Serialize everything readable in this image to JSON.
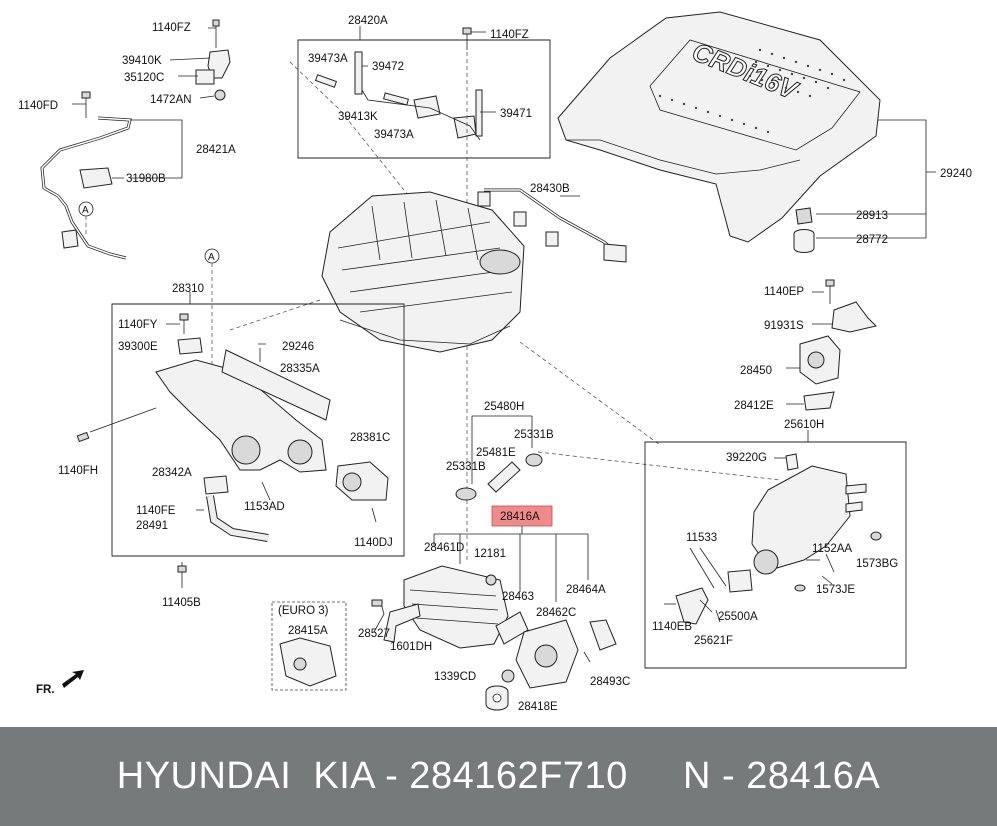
{
  "labels": {
    "l1140FZ_a": "1140FZ",
    "l39410K": "39410K",
    "l35120C": "35120C",
    "l1472AN": "1472AN",
    "l1140FD": "1140FD",
    "l28421A": "28421A",
    "l31980B": "31980B",
    "callout_a1": "A",
    "l28420A": "28420A",
    "l39473A_a": "39473A",
    "l39472": "39472",
    "l39413K": "39413K",
    "l39473A_b": "39473A",
    "l39471": "39471",
    "l1140FZ_b": "1140FZ",
    "l28430B": "28430B",
    "l29240": "29240",
    "l28913": "28913",
    "l28772": "28772",
    "callout_a2": "A",
    "l28310": "28310",
    "l1140FY": "1140FY",
    "l39300E": "39300E",
    "l29246": "29246",
    "l28335A": "28335A",
    "l28381C": "28381C",
    "l1140FH": "1140FH",
    "l28342A": "28342A",
    "l1140FE": "1140FE",
    "l1153AD": "1153AD",
    "l28491": "28491",
    "l1140DJ": "1140DJ",
    "l11405B": "11405B",
    "l25480H": "25480H",
    "l25481E": "25481E",
    "l25331B_a": "25331B",
    "l25331B_b": "25331B",
    "l28416A": "28416A",
    "l28461D": "28461D",
    "l12181": "12181",
    "l28463": "28463",
    "l28464A": "28464A",
    "l28462C": "28462C",
    "l28527": "28527",
    "l1601DH": "1601DH",
    "l1339CD": "1339CD",
    "l28493C": "28493C",
    "l28418E": "28418E",
    "euro3": "(EURO 3)",
    "l28415A": "28415A",
    "fr": "FR.",
    "l1140EP": "1140EP",
    "l91931S": "91931S",
    "l28450": "28450",
    "l28412E": "28412E",
    "l25610H": "25610H",
    "l39220G": "39220G",
    "l11533": "11533",
    "l1152AA": "1152AA",
    "l1573BG": "1573BG",
    "l1573JE": "1573JE",
    "l25500A": "25500A",
    "l1140EB": "1140EB",
    "l25621F": "25621F"
  },
  "cover_logo": "CRDi16V",
  "highlight_color": "#f08b8b",
  "footer": {
    "text": "HYUNDAI  KIA - 284162F710     N - 28416A",
    "background": "#777a7b"
  }
}
